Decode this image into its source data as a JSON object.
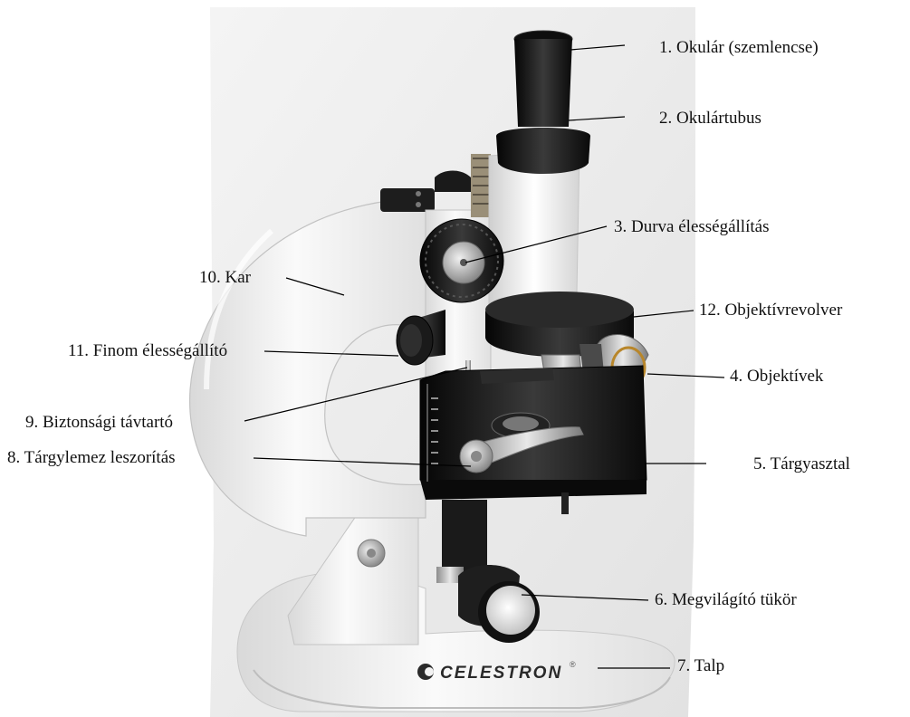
{
  "labels": {
    "l1": "1. Okulár (szemlencse)",
    "l2": "2. Okulártubus",
    "l3": "3. Durva élességállítás",
    "l4": "4. Objektívek",
    "l5": "5. Tárgyasztal",
    "l6": "6. Megvilágító tükör",
    "l7": "7. Talp",
    "l8": "8. Tárgylemez leszorítás",
    "l9": "9. Biztonsági távtartó",
    "l10": "10. Kar",
    "l11": "11. Finom élességállító",
    "l12": "12. Objektívrevolver"
  },
  "brand": {
    "text": "CELESTRON",
    "mark": "®"
  },
  "colors": {
    "body": "#f2f2f2",
    "black": "#161616",
    "metal": "#b8b8b8",
    "line": "#000000",
    "backdrop": "#ececec"
  }
}
